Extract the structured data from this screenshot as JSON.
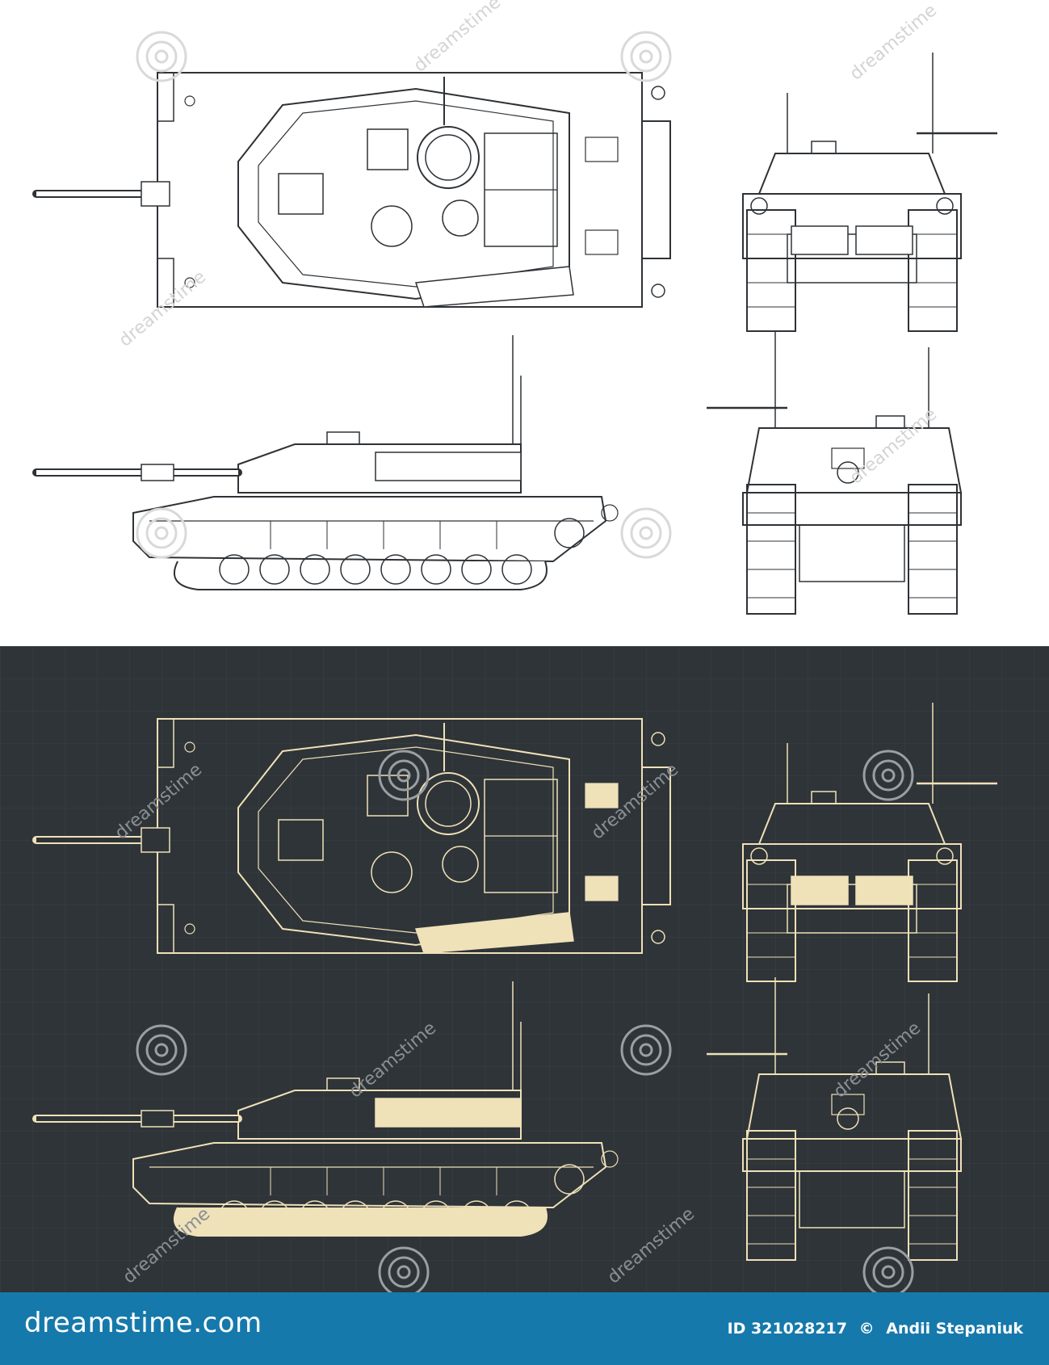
{
  "colors": {
    "light_background": "#ffffff",
    "light_line": "#2e3236",
    "dark_background": "#2f3438",
    "dark_line": "#efe1b8",
    "dark_fill": "#efe1b8",
    "footer_background": "#1679ab",
    "footer_text": "#ffffff"
  },
  "views": [
    {
      "name": "top view",
      "variant": "light"
    },
    {
      "name": "front view",
      "variant": "light"
    },
    {
      "name": "side view",
      "variant": "light"
    },
    {
      "name": "rear view",
      "variant": "light"
    },
    {
      "name": "top view",
      "variant": "dark"
    },
    {
      "name": "front view",
      "variant": "dark"
    },
    {
      "name": "side view",
      "variant": "dark"
    },
    {
      "name": "rear view",
      "variant": "dark"
    }
  ],
  "watermark": {
    "text": "dreamstime",
    "icon": "spiral-icon"
  },
  "footer": {
    "site_logo": "dreamstime.com",
    "image_id": "ID 321028217",
    "copyright_icon": "copyright-icon",
    "copyright_symbol": "©",
    "author": "Andii Stepaniuk"
  }
}
